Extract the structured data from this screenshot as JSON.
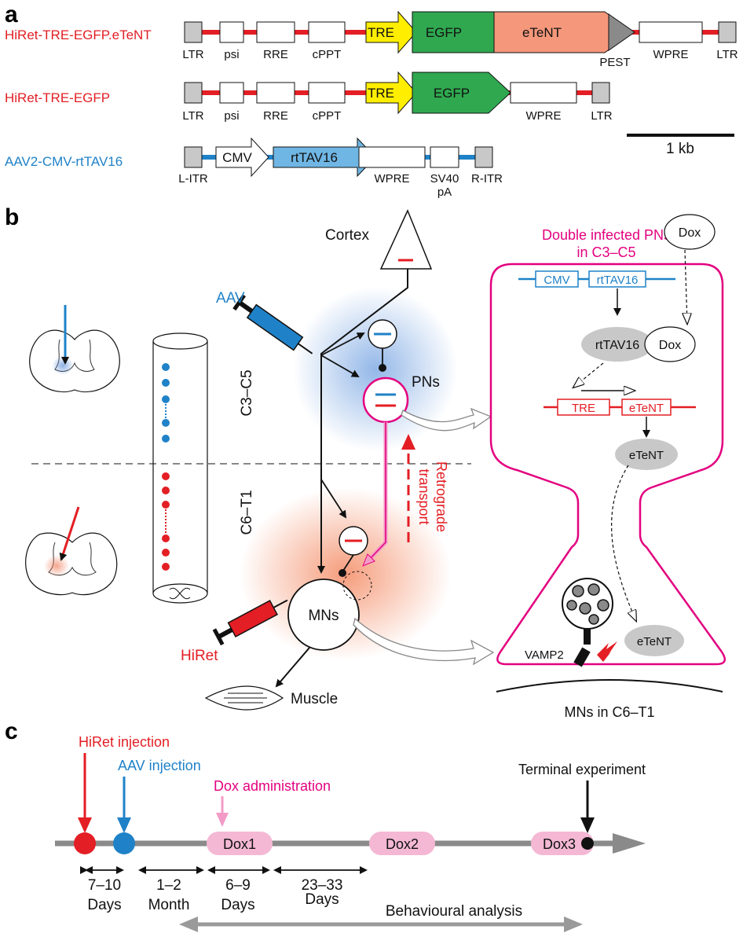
{
  "colors": {
    "red": "#e31e24",
    "blue": "#1f82c8",
    "magenta": "#e3007f",
    "pink": "#f39bc7",
    "grey": "#8a8a8a",
    "yellow": "#ffee00",
    "green": "#2fa84f",
    "salmon": "#f4977a",
    "lightblue": "#6fb6e4"
  },
  "panel_a": {
    "label": "a",
    "constructs": [
      {
        "name": "HiRet-TRE-EGFP.eTeNT",
        "elements": [
          "LTR",
          "psi",
          "RRE",
          "cPPT",
          "TRE",
          "EGFP",
          "eTeNT",
          "PEST",
          "WPRE",
          "LTR"
        ]
      },
      {
        "name": "HiRet-TRE-EGFP",
        "elements": [
          "LTR",
          "psi",
          "RRE",
          "cPPT",
          "TRE",
          "EGFP",
          "WPRE",
          "LTR"
        ]
      },
      {
        "name": "AAV2-CMV-rtTAV16",
        "elements": [
          "L-ITR",
          "CMV",
          "rtTAV16",
          "WPRE",
          "SV40",
          "pA",
          "R-ITR"
        ]
      }
    ],
    "scale_bar": "1 kb"
  },
  "panel_b": {
    "label": "b",
    "cortex": "Cortex",
    "aav": "AAV",
    "hiret": "HiRet",
    "c3c5": "C3–C5",
    "c6t1": "C6–T1",
    "pns": "PNs",
    "mns": "MNs",
    "muscle": "Muscle",
    "retro": [
      "Retrograde",
      "transport"
    ],
    "dip_title": [
      "Double infected PNs",
      "in C3–C5"
    ],
    "dox": "Dox",
    "cmv": "CMV",
    "rttav": "rtTAV16",
    "tre": "TRE",
    "etent": "eTeNT",
    "vamp2": "VAMP2",
    "mns_c6t1": "MNs in C6–T1"
  },
  "panel_c": {
    "label": "c",
    "hiret_inj": "HiRet injection",
    "aav_inj": "AAV injection",
    "dox_admin": "Dox administration",
    "terminal": "Terminal experiment",
    "dox": [
      "Dox1",
      "Dox2",
      "Dox3"
    ],
    "intervals": [
      {
        "range": "7–10",
        "unit": "Days"
      },
      {
        "range": "1–2",
        "unit": "Month"
      },
      {
        "range": "6–9",
        "unit": "Days"
      },
      {
        "range": "23–33",
        "unit": "Days"
      }
    ],
    "behaviour": "Behavioural analysis"
  }
}
